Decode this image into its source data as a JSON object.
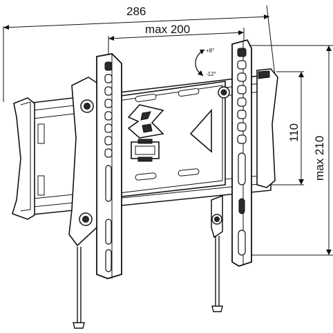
{
  "dimensions": {
    "overall_width": "286",
    "vesa_width": "max 200",
    "slot_height": "110",
    "vesa_height": "max 210"
  },
  "tilt": {
    "up": "+8°",
    "down": "-12°"
  },
  "icons": [
    "tilt-arrow-icon",
    "brand-logo-icon",
    "direction-triangle-icon"
  ]
}
